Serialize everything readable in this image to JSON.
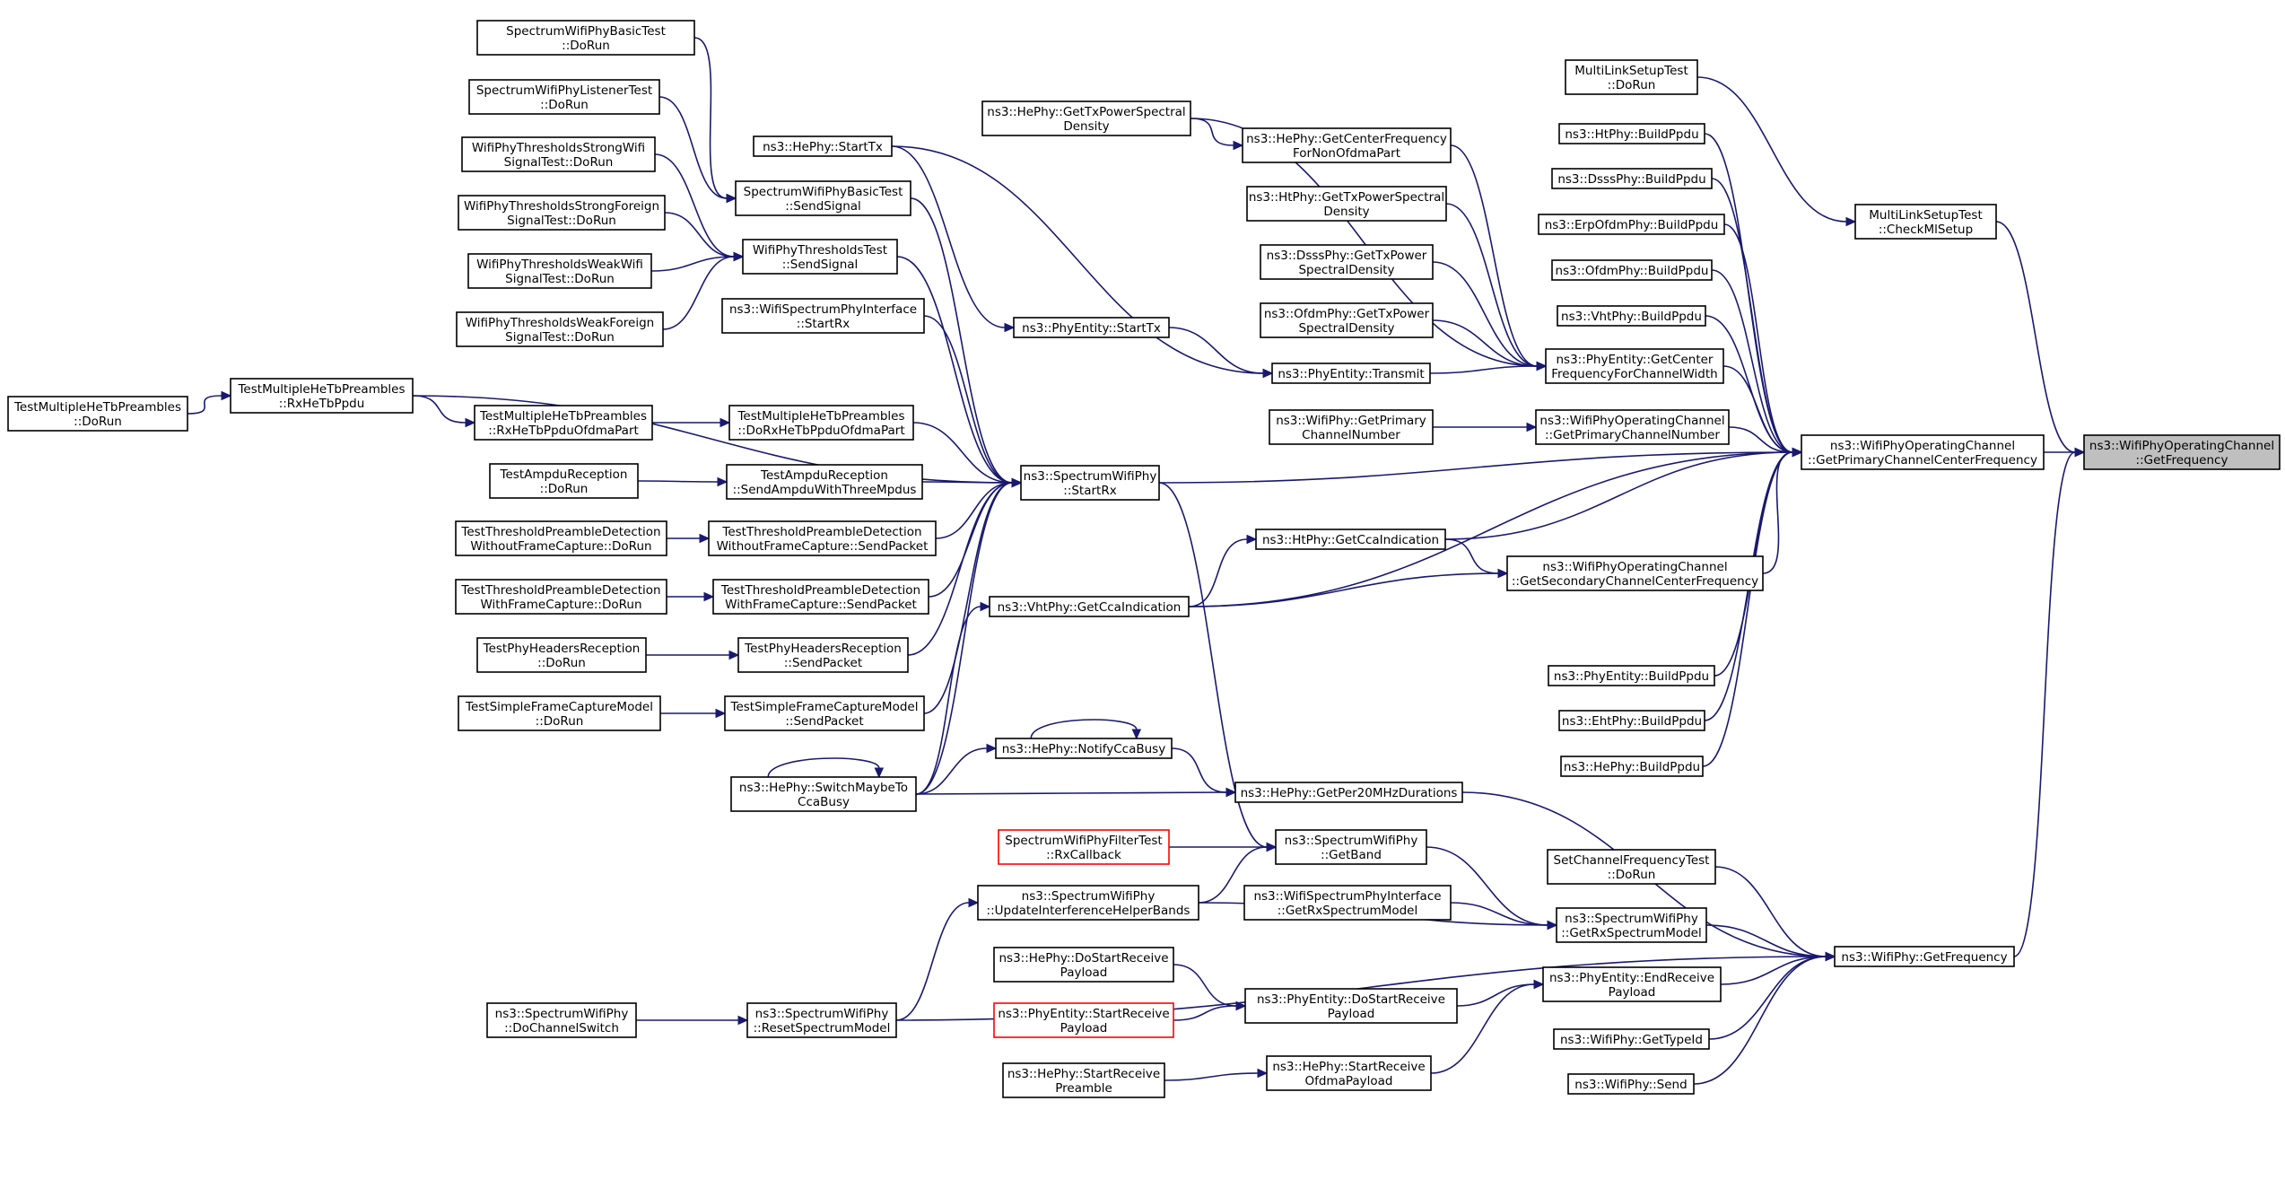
{
  "graph": {
    "nodes": [
      {
        "id": "spbt_dorun",
        "lines": [
          "SpectrumWifiPhyBasicTest",
          "::DoRun"
        ]
      },
      {
        "id": "splt_dorun",
        "lines": [
          "SpectrumWifiPhyListenerTest",
          "::DoRun"
        ]
      },
      {
        "id": "wtsw_dorun",
        "lines": [
          "WifiPhyThresholdsStrongWifi",
          "SignalTest::DoRun"
        ]
      },
      {
        "id": "wtsf_dorun",
        "lines": [
          "WifiPhyThresholdsStrongForeign",
          "SignalTest::DoRun"
        ]
      },
      {
        "id": "wtww_dorun",
        "lines": [
          "WifiPhyThresholdsWeakWifi",
          "SignalTest::DoRun"
        ]
      },
      {
        "id": "wtwf_dorun",
        "lines": [
          "WifiPhyThresholdsWeakForeign",
          "SignalTest::DoRun"
        ]
      },
      {
        "id": "tmh_dorun",
        "lines": [
          "TestMultipleHeTbPreambles",
          "::DoRun"
        ]
      },
      {
        "id": "tmh_rxhetbppdu",
        "lines": [
          "TestMultipleHeTbPreambles",
          "::RxHeTbPpdu"
        ]
      },
      {
        "id": "tmh_rxofdma",
        "lines": [
          "TestMultipleHeTbPreambles",
          "::RxHeTbPpduOfdmaPart"
        ]
      },
      {
        "id": "tar_dorun",
        "lines": [
          "TestAmpduReception",
          "::DoRun"
        ]
      },
      {
        "id": "ttpd_wo_dorun",
        "lines": [
          "TestThresholdPreambleDetection",
          "WithoutFrameCapture::DoRun"
        ]
      },
      {
        "id": "ttpd_w_dorun",
        "lines": [
          "TestThresholdPreambleDetection",
          "WithFrameCapture::DoRun"
        ]
      },
      {
        "id": "tphr_dorun",
        "lines": [
          "TestPhyHeadersReception",
          "::DoRun"
        ]
      },
      {
        "id": "tsfc_dorun",
        "lines": [
          "TestSimpleFrameCaptureModel",
          "::DoRun"
        ]
      },
      {
        "id": "hephy_starttx",
        "lines": [
          "ns3::HePhy::StartTx"
        ]
      },
      {
        "id": "spbt_sendsignal",
        "lines": [
          "SpectrumWifiPhyBasicTest",
          "::SendSignal"
        ]
      },
      {
        "id": "wtt_sendsignal",
        "lines": [
          "WifiPhyThresholdsTest",
          "::SendSignal"
        ]
      },
      {
        "id": "wspi_startrx",
        "lines": [
          "ns3::WifiSpectrumPhyInterface",
          "::StartRx"
        ]
      },
      {
        "id": "tmh_dorxofdma",
        "lines": [
          "TestMultipleHeTbPreambles",
          "::DoRxHeTbPpduOfdmaPart"
        ]
      },
      {
        "id": "tar_sendampdu",
        "lines": [
          "TestAmpduReception",
          "::SendAmpduWithThreeMpdus"
        ]
      },
      {
        "id": "ttpd_wo_send",
        "lines": [
          "TestThresholdPreambleDetection",
          "WithoutFrameCapture::SendPacket"
        ]
      },
      {
        "id": "ttpd_w_send",
        "lines": [
          "TestThresholdPreambleDetection",
          "WithFrameCapture::SendPacket"
        ]
      },
      {
        "id": "tphr_send",
        "lines": [
          "TestPhyHeadersReception",
          "::SendPacket"
        ]
      },
      {
        "id": "tsfc_send",
        "lines": [
          "TestSimpleFrameCaptureModel",
          "::SendPacket"
        ]
      },
      {
        "id": "hephy_switchcca",
        "lines": [
          "ns3::HePhy::SwitchMaybeTo",
          "CcaBusy"
        ]
      },
      {
        "id": "hephy_gettxpsd",
        "lines": [
          "ns3::HePhy::GetTxPowerSpectral",
          "Density"
        ]
      },
      {
        "id": "phyentity_starttx",
        "lines": [
          "ns3::PhyEntity::StartTx"
        ]
      },
      {
        "id": "swp_startrx",
        "lines": [
          "ns3::SpectrumWifiPhy",
          "::StartRx"
        ]
      },
      {
        "id": "vhtphy_getcca",
        "lines": [
          "ns3::VhtPhy::GetCcaIndication"
        ]
      },
      {
        "id": "hephy_notifycca",
        "lines": [
          "ns3::HePhy::NotifyCcaBusy"
        ]
      },
      {
        "id": "swpft_rxcb",
        "lines": [
          "SpectrumWifiPhyFilterTest",
          "::RxCallback"
        ],
        "red": true
      },
      {
        "id": "swp_updatebands",
        "lines": [
          "ns3::SpectrumWifiPhy",
          "::UpdateInterferenceHelperBands"
        ]
      },
      {
        "id": "hephy_dostartrx",
        "lines": [
          "ns3::HePhy::DoStartReceive",
          "Payload"
        ]
      },
      {
        "id": "phyentity_startrxpayload",
        "lines": [
          "ns3::PhyEntity::StartReceive",
          "Payload"
        ],
        "red": true
      },
      {
        "id": "hephy_startrxpreamble",
        "lines": [
          "ns3::HePhy::StartReceive",
          "Preamble"
        ]
      },
      {
        "id": "swp_dochswitch",
        "lines": [
          "ns3::SpectrumWifiPhy",
          "::DoChannelSwitch"
        ]
      },
      {
        "id": "swp_resetmodel",
        "lines": [
          "ns3::SpectrumWifiPhy",
          "::ResetSpectrumModel"
        ]
      },
      {
        "id": "hephy_getcenterfreq",
        "lines": [
          "ns3::HePhy::GetCenterFrequency",
          "ForNonOfdmaPart"
        ]
      },
      {
        "id": "htphy_gettxpsd",
        "lines": [
          "ns3::HtPhy::GetTxPowerSpectral",
          "Density"
        ]
      },
      {
        "id": "dsssphy_gettxpsd",
        "lines": [
          "ns3::DsssPhy::GetTxPower",
          "SpectralDensity"
        ]
      },
      {
        "id": "ofdmphy_gettxpsd",
        "lines": [
          "ns3::OfdmPhy::GetTxPower",
          "SpectralDensity"
        ]
      },
      {
        "id": "phyentity_transmit",
        "lines": [
          "ns3::PhyEntity::Transmit"
        ]
      },
      {
        "id": "wifiphy_getprimchan",
        "lines": [
          "ns3::WifiPhy::GetPrimary",
          "ChannelNumber"
        ]
      },
      {
        "id": "htphy_getcca",
        "lines": [
          "ns3::HtPhy::GetCcaIndication"
        ]
      },
      {
        "id": "hephy_getper20",
        "lines": [
          "ns3::HePhy::GetPer20MHzDurations"
        ]
      },
      {
        "id": "swp_getband",
        "lines": [
          "ns3::SpectrumWifiPhy",
          "::GetBand"
        ]
      },
      {
        "id": "wspi_getrxmodel",
        "lines": [
          "ns3::WifiSpectrumPhyInterface",
          "::GetRxSpectrumModel"
        ]
      },
      {
        "id": "phyentity_dostartrx",
        "lines": [
          "ns3::PhyEntity::DoStartReceive",
          "Payload"
        ]
      },
      {
        "id": "hephy_startrxofdma",
        "lines": [
          "ns3::HePhy::StartReceive",
          "OfdmaPayload"
        ]
      },
      {
        "id": "mlst_dorun",
        "lines": [
          "MultiLinkSetupTest",
          "::DoRun"
        ]
      },
      {
        "id": "htphy_build",
        "lines": [
          "ns3::HtPhy::BuildPpdu"
        ]
      },
      {
        "id": "dsssphy_build",
        "lines": [
          "ns3::DsssPhy::BuildPpdu"
        ]
      },
      {
        "id": "erpphy_build",
        "lines": [
          "ns3::ErpOfdmPhy::BuildPpdu"
        ]
      },
      {
        "id": "ofdmphy_build",
        "lines": [
          "ns3::OfdmPhy::BuildPpdu"
        ]
      },
      {
        "id": "vhtphy_build",
        "lines": [
          "ns3::VhtPhy::BuildPpdu"
        ]
      },
      {
        "id": "phyentity_getcenterfreq",
        "lines": [
          "ns3::PhyEntity::GetCenter",
          "FrequencyForChannelWidth"
        ]
      },
      {
        "id": "woc_getprimchan",
        "lines": [
          "ns3::WifiPhyOperatingChannel",
          "::GetPrimaryChannelNumber"
        ]
      },
      {
        "id": "woc_getseccenter",
        "lines": [
          "ns3::WifiPhyOperatingChannel",
          "::GetSecondaryChannelCenterFrequency"
        ]
      },
      {
        "id": "phyentity_build",
        "lines": [
          "ns3::PhyEntity::BuildPpdu"
        ]
      },
      {
        "id": "ehtphy_build",
        "lines": [
          "ns3::EhtPhy::BuildPpdu"
        ]
      },
      {
        "id": "hephy_build",
        "lines": [
          "ns3::HePhy::BuildPpdu"
        ]
      },
      {
        "id": "scft_dorun",
        "lines": [
          "SetChannelFrequencyTest",
          "::DoRun"
        ]
      },
      {
        "id": "swp_getrxmodel",
        "lines": [
          "ns3::SpectrumWifiPhy",
          "::GetRxSpectrumModel"
        ]
      },
      {
        "id": "phyentity_endrx",
        "lines": [
          "ns3::PhyEntity::EndReceive",
          "Payload"
        ]
      },
      {
        "id": "wifiphy_gettypeid",
        "lines": [
          "ns3::WifiPhy::GetTypeId"
        ]
      },
      {
        "id": "wifiphy_send",
        "lines": [
          "ns3::WifiPhy::Send"
        ]
      },
      {
        "id": "mlst_checkml",
        "lines": [
          "MultiLinkSetupTest",
          "::CheckMlSetup"
        ]
      },
      {
        "id": "woc_getprimcenter",
        "lines": [
          "ns3::WifiPhyOperatingChannel",
          "::GetPrimaryChannelCenterFrequency"
        ]
      },
      {
        "id": "wifiphy_getfreq",
        "lines": [
          "ns3::WifiPhy::GetFrequency"
        ]
      },
      {
        "id": "woc_getfreq",
        "lines": [
          "ns3::WifiPhyOperatingChannel",
          "::GetFrequency"
        ],
        "root": true
      }
    ],
    "edges": [
      [
        "spbt_dorun",
        "spbt_sendsignal"
      ],
      [
        "splt_dorun",
        "spbt_sendsignal"
      ],
      [
        "wtsw_dorun",
        "wtt_sendsignal"
      ],
      [
        "wtsf_dorun",
        "wtt_sendsignal"
      ],
      [
        "wtww_dorun",
        "wtt_sendsignal"
      ],
      [
        "wtwf_dorun",
        "wtt_sendsignal"
      ],
      [
        "tmh_dorun",
        "tmh_rxhetbppdu"
      ],
      [
        "tmh_rxhetbppdu",
        "tmh_rxofdma"
      ],
      [
        "tmh_rxhetbppdu",
        "swp_startrx"
      ],
      [
        "tmh_rxofdma",
        "tmh_dorxofdma"
      ],
      [
        "tar_dorun",
        "tar_sendampdu"
      ],
      [
        "ttpd_wo_dorun",
        "ttpd_wo_send"
      ],
      [
        "ttpd_w_dorun",
        "ttpd_w_send"
      ],
      [
        "tphr_dorun",
        "tphr_send"
      ],
      [
        "tsfc_dorun",
        "tsfc_send"
      ],
      [
        "spbt_sendsignal",
        "swp_startrx"
      ],
      [
        "wtt_sendsignal",
        "swp_startrx"
      ],
      [
        "wspi_startrx",
        "swp_startrx"
      ],
      [
        "tmh_dorxofdma",
        "swp_startrx"
      ],
      [
        "tar_sendampdu",
        "swp_startrx"
      ],
      [
        "ttpd_wo_send",
        "swp_startrx"
      ],
      [
        "ttpd_w_send",
        "swp_startrx"
      ],
      [
        "tphr_send",
        "swp_startrx"
      ],
      [
        "tsfc_send",
        "swp_startrx"
      ],
      [
        "hephy_starttx",
        "phyentity_starttx"
      ],
      [
        "hephy_starttx",
        "phyentity_transmit"
      ],
      [
        "phyentity_starttx",
        "phyentity_transmit"
      ],
      [
        "hephy_switchcca",
        "swp_startrx"
      ],
      [
        "hephy_switchcca",
        "hephy_switchcca"
      ],
      [
        "hephy_switchcca",
        "vhtphy_getcca"
      ],
      [
        "hephy_switchcca",
        "hephy_notifycca"
      ],
      [
        "hephy_switchcca",
        "hephy_getper20"
      ],
      [
        "hephy_notifycca",
        "hephy_notifycca"
      ],
      [
        "hephy_notifycca",
        "hephy_getper20"
      ],
      [
        "hephy_gettxpsd",
        "hephy_getcenterfreq"
      ],
      [
        "hephy_gettxpsd",
        "phyentity_getcenterfreq"
      ],
      [
        "hephy_getcenterfreq",
        "phyentity_getcenterfreq"
      ],
      [
        "htphy_gettxpsd",
        "phyentity_getcenterfreq"
      ],
      [
        "dsssphy_gettxpsd",
        "phyentity_getcenterfreq"
      ],
      [
        "ofdmphy_gettxpsd",
        "phyentity_getcenterfreq"
      ],
      [
        "phyentity_transmit",
        "phyentity_getcenterfreq"
      ],
      [
        "swp_startrx",
        "woc_getprimcenter"
      ],
      [
        "swp_startrx",
        "swp_getband"
      ],
      [
        "vhtphy_getcca",
        "htphy_getcca"
      ],
      [
        "vhtphy_getcca",
        "woc_getseccenter"
      ],
      [
        "vhtphy_getcca",
        "woc_getprimcenter"
      ],
      [
        "wifiphy_getprimchan",
        "woc_getprimchan"
      ],
      [
        "htphy_getcca",
        "woc_getseccenter"
      ],
      [
        "htphy_getcca",
        "woc_getprimcenter"
      ],
      [
        "hephy_getper20",
        "wifiphy_getfreq"
      ],
      [
        "swpft_rxcb",
        "swp_getband"
      ],
      [
        "swp_updatebands",
        "swp_getband"
      ],
      [
        "swp_updatebands",
        "swp_getrxmodel"
      ],
      [
        "swp_getband",
        "swp_getrxmodel"
      ],
      [
        "wspi_getrxmodel",
        "swp_getrxmodel"
      ],
      [
        "hephy_dostartrx",
        "phyentity_dostartrx"
      ],
      [
        "phyentity_startrxpayload",
        "phyentity_dostartrx"
      ],
      [
        "hephy_startrxpreamble",
        "hephy_startrxofdma"
      ],
      [
        "phyentity_dostartrx",
        "phyentity_endrx"
      ],
      [
        "hephy_startrxofdma",
        "phyentity_endrx"
      ],
      [
        "swp_dochswitch",
        "swp_resetmodel"
      ],
      [
        "swp_resetmodel",
        "swp_updatebands"
      ],
      [
        "swp_resetmodel",
        "wifiphy_getfreq"
      ],
      [
        "mlst_dorun",
        "mlst_checkml"
      ],
      [
        "mlst_checkml",
        "woc_getfreq"
      ],
      [
        "htphy_build",
        "woc_getprimcenter"
      ],
      [
        "dsssphy_build",
        "woc_getprimcenter"
      ],
      [
        "erpphy_build",
        "woc_getprimcenter"
      ],
      [
        "ofdmphy_build",
        "woc_getprimcenter"
      ],
      [
        "vhtphy_build",
        "woc_getprimcenter"
      ],
      [
        "phyentity_getcenterfreq",
        "woc_getprimcenter"
      ],
      [
        "woc_getprimchan",
        "woc_getprimcenter"
      ],
      [
        "woc_getseccenter",
        "woc_getprimcenter"
      ],
      [
        "phyentity_build",
        "woc_getprimcenter"
      ],
      [
        "ehtphy_build",
        "woc_getprimcenter"
      ],
      [
        "hephy_build",
        "woc_getprimcenter"
      ],
      [
        "scft_dorun",
        "wifiphy_getfreq"
      ],
      [
        "swp_getrxmodel",
        "wifiphy_getfreq"
      ],
      [
        "phyentity_endrx",
        "wifiphy_getfreq"
      ],
      [
        "wifiphy_gettypeid",
        "wifiphy_getfreq"
      ],
      [
        "wifiphy_send",
        "wifiphy_getfreq"
      ],
      [
        "woc_getprimcenter",
        "woc_getfreq"
      ],
      [
        "wifiphy_getfreq",
        "woc_getfreq"
      ]
    ]
  }
}
